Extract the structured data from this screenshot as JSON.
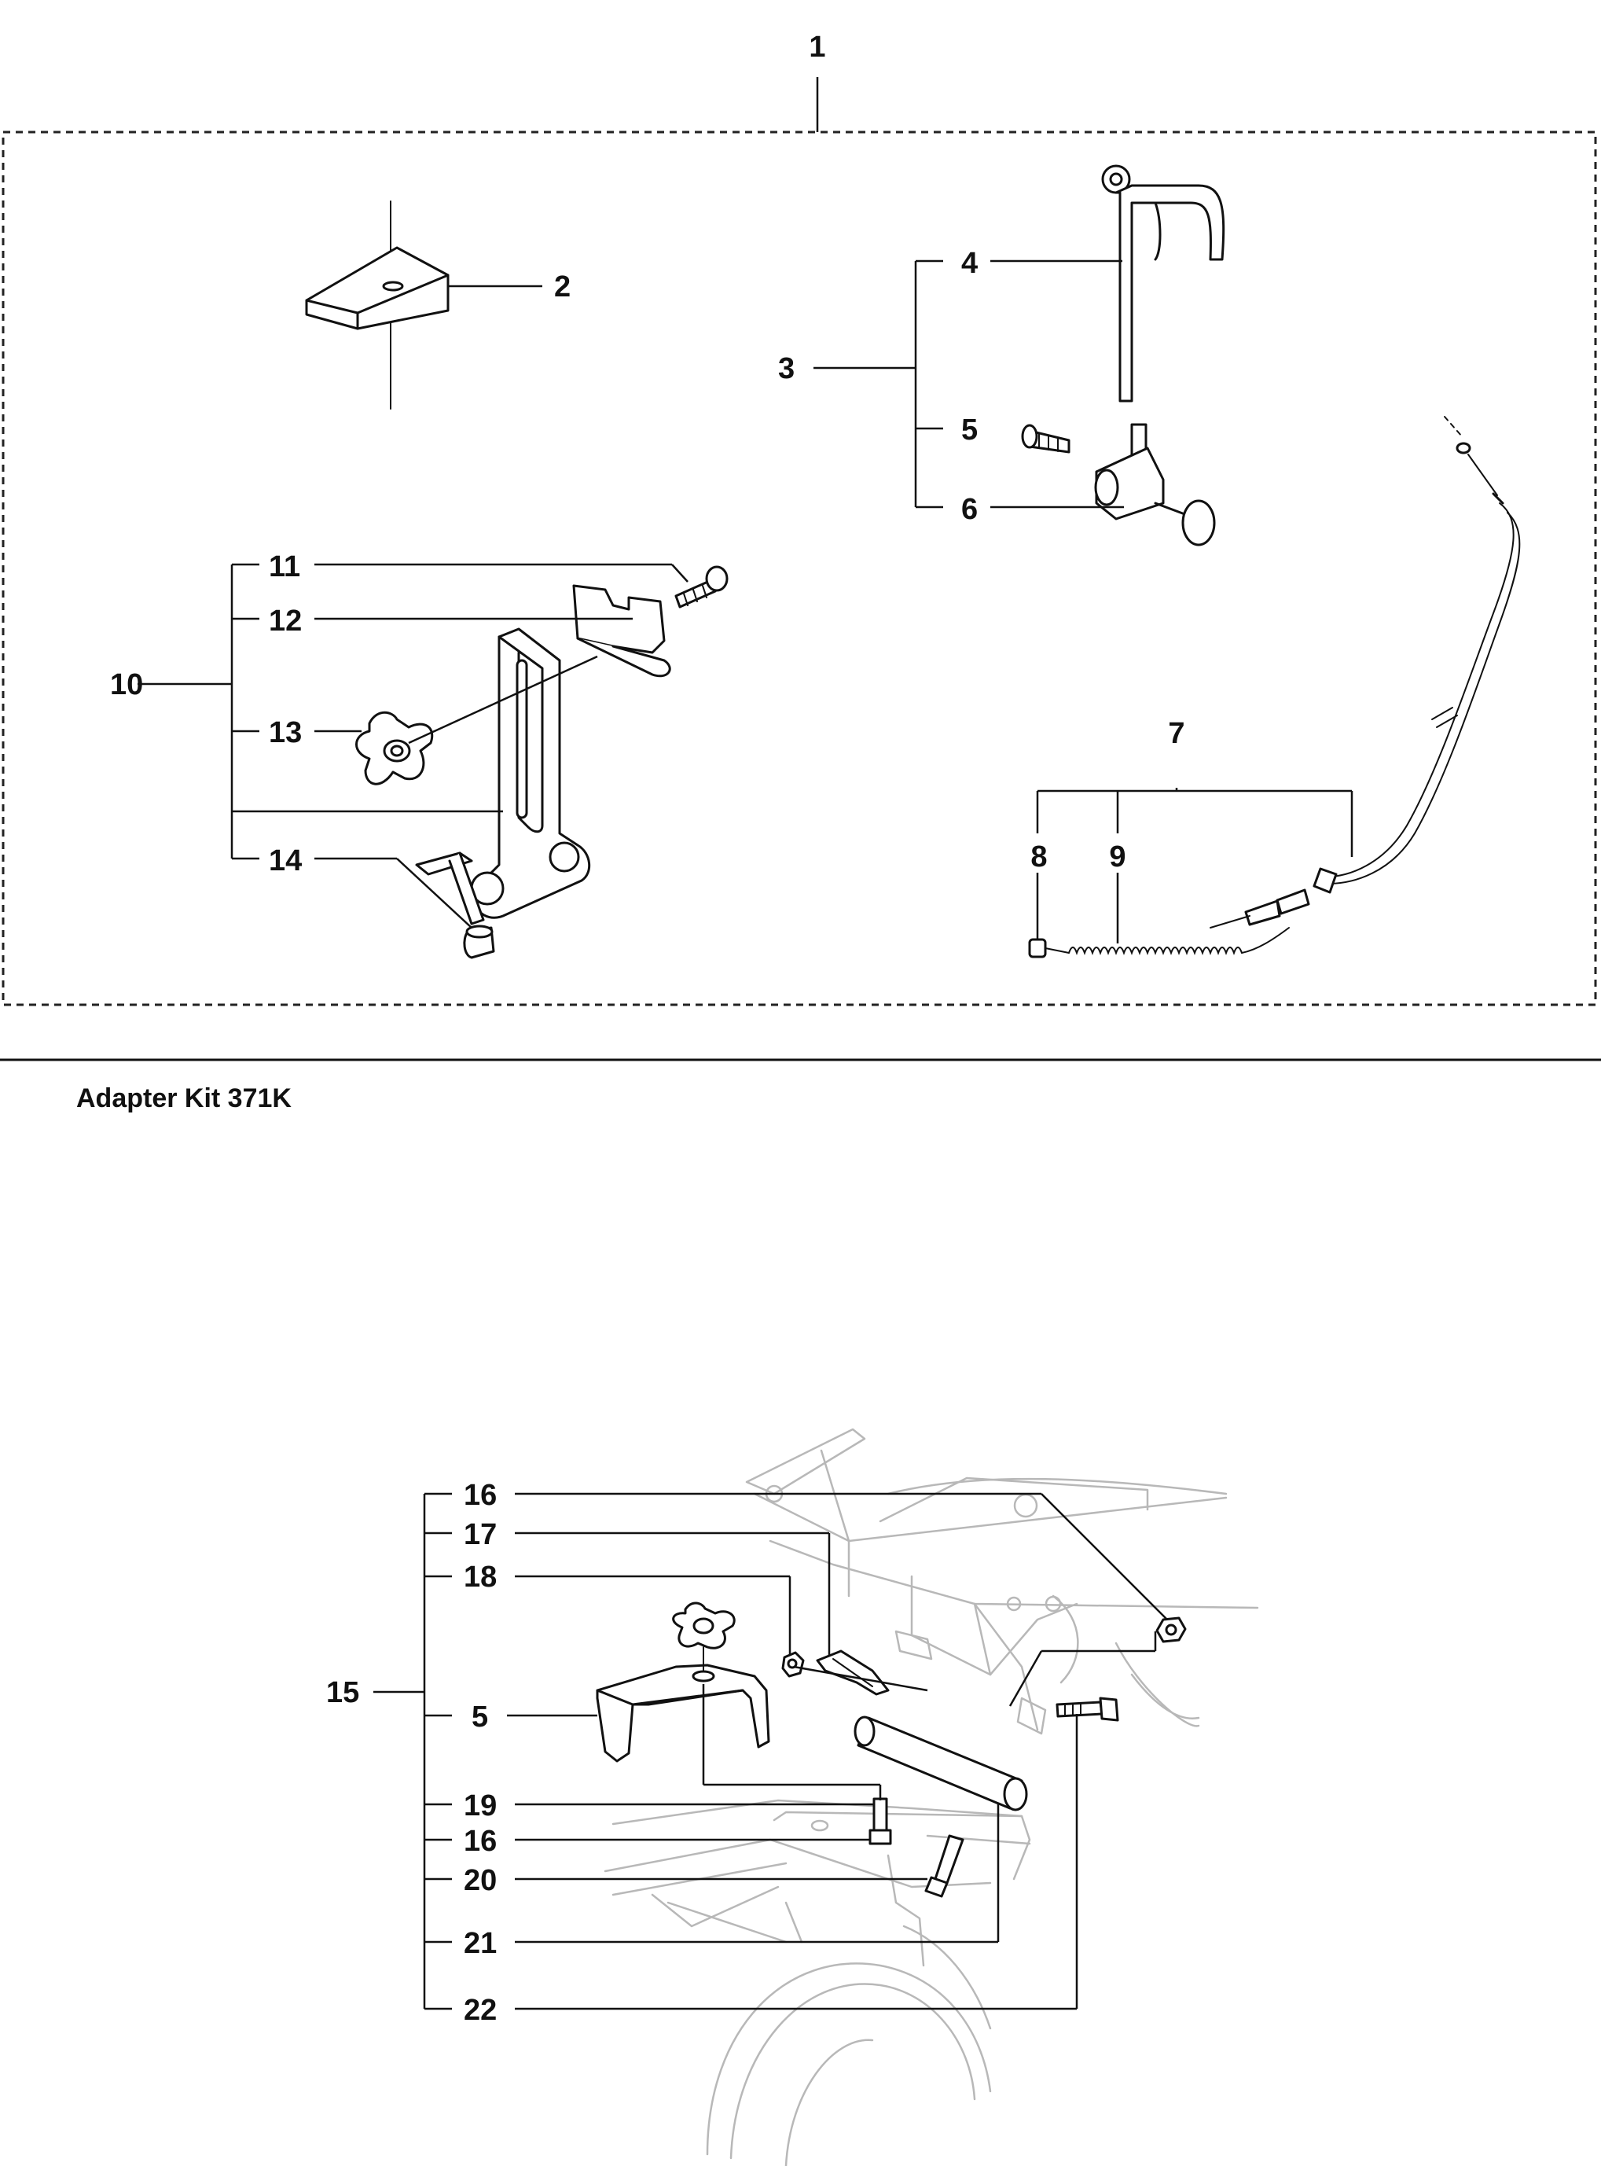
{
  "kit_title": "Adapter Kit 371K",
  "callouts": {
    "c1": "1",
    "c2": "2",
    "c3": "3",
    "c4": "4",
    "c5": "5",
    "c6": "6",
    "c7": "7",
    "c8": "8",
    "c9": "9",
    "c10": "10",
    "c11": "11",
    "c12": "12",
    "c13": "13",
    "c14": "14",
    "c15": "15",
    "c16a": "16",
    "c17": "17",
    "c18": "18",
    "c5b": "5",
    "c19": "19",
    "c16b": "16",
    "c20": "20",
    "c21": "21",
    "c22": "22"
  }
}
